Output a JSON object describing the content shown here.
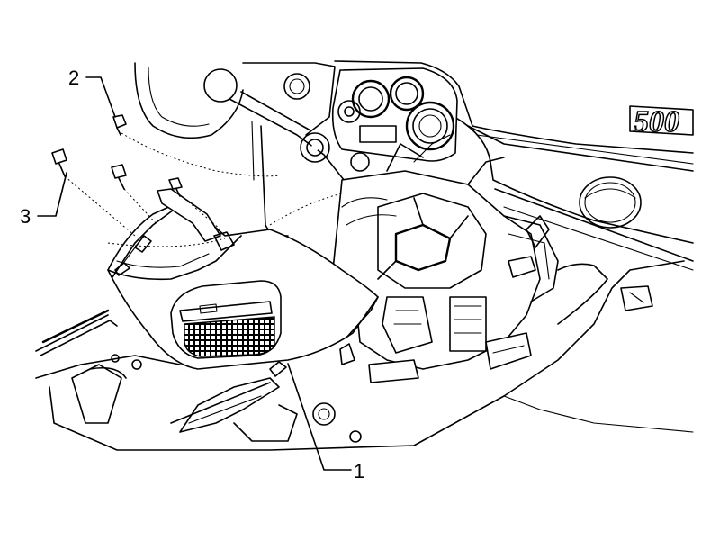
{
  "diagram": {
    "callouts": [
      {
        "id": "1",
        "label": "1"
      },
      {
        "id": "2",
        "label": "2"
      },
      {
        "id": "3",
        "label": "3"
      }
    ],
    "badge_text": "500"
  }
}
